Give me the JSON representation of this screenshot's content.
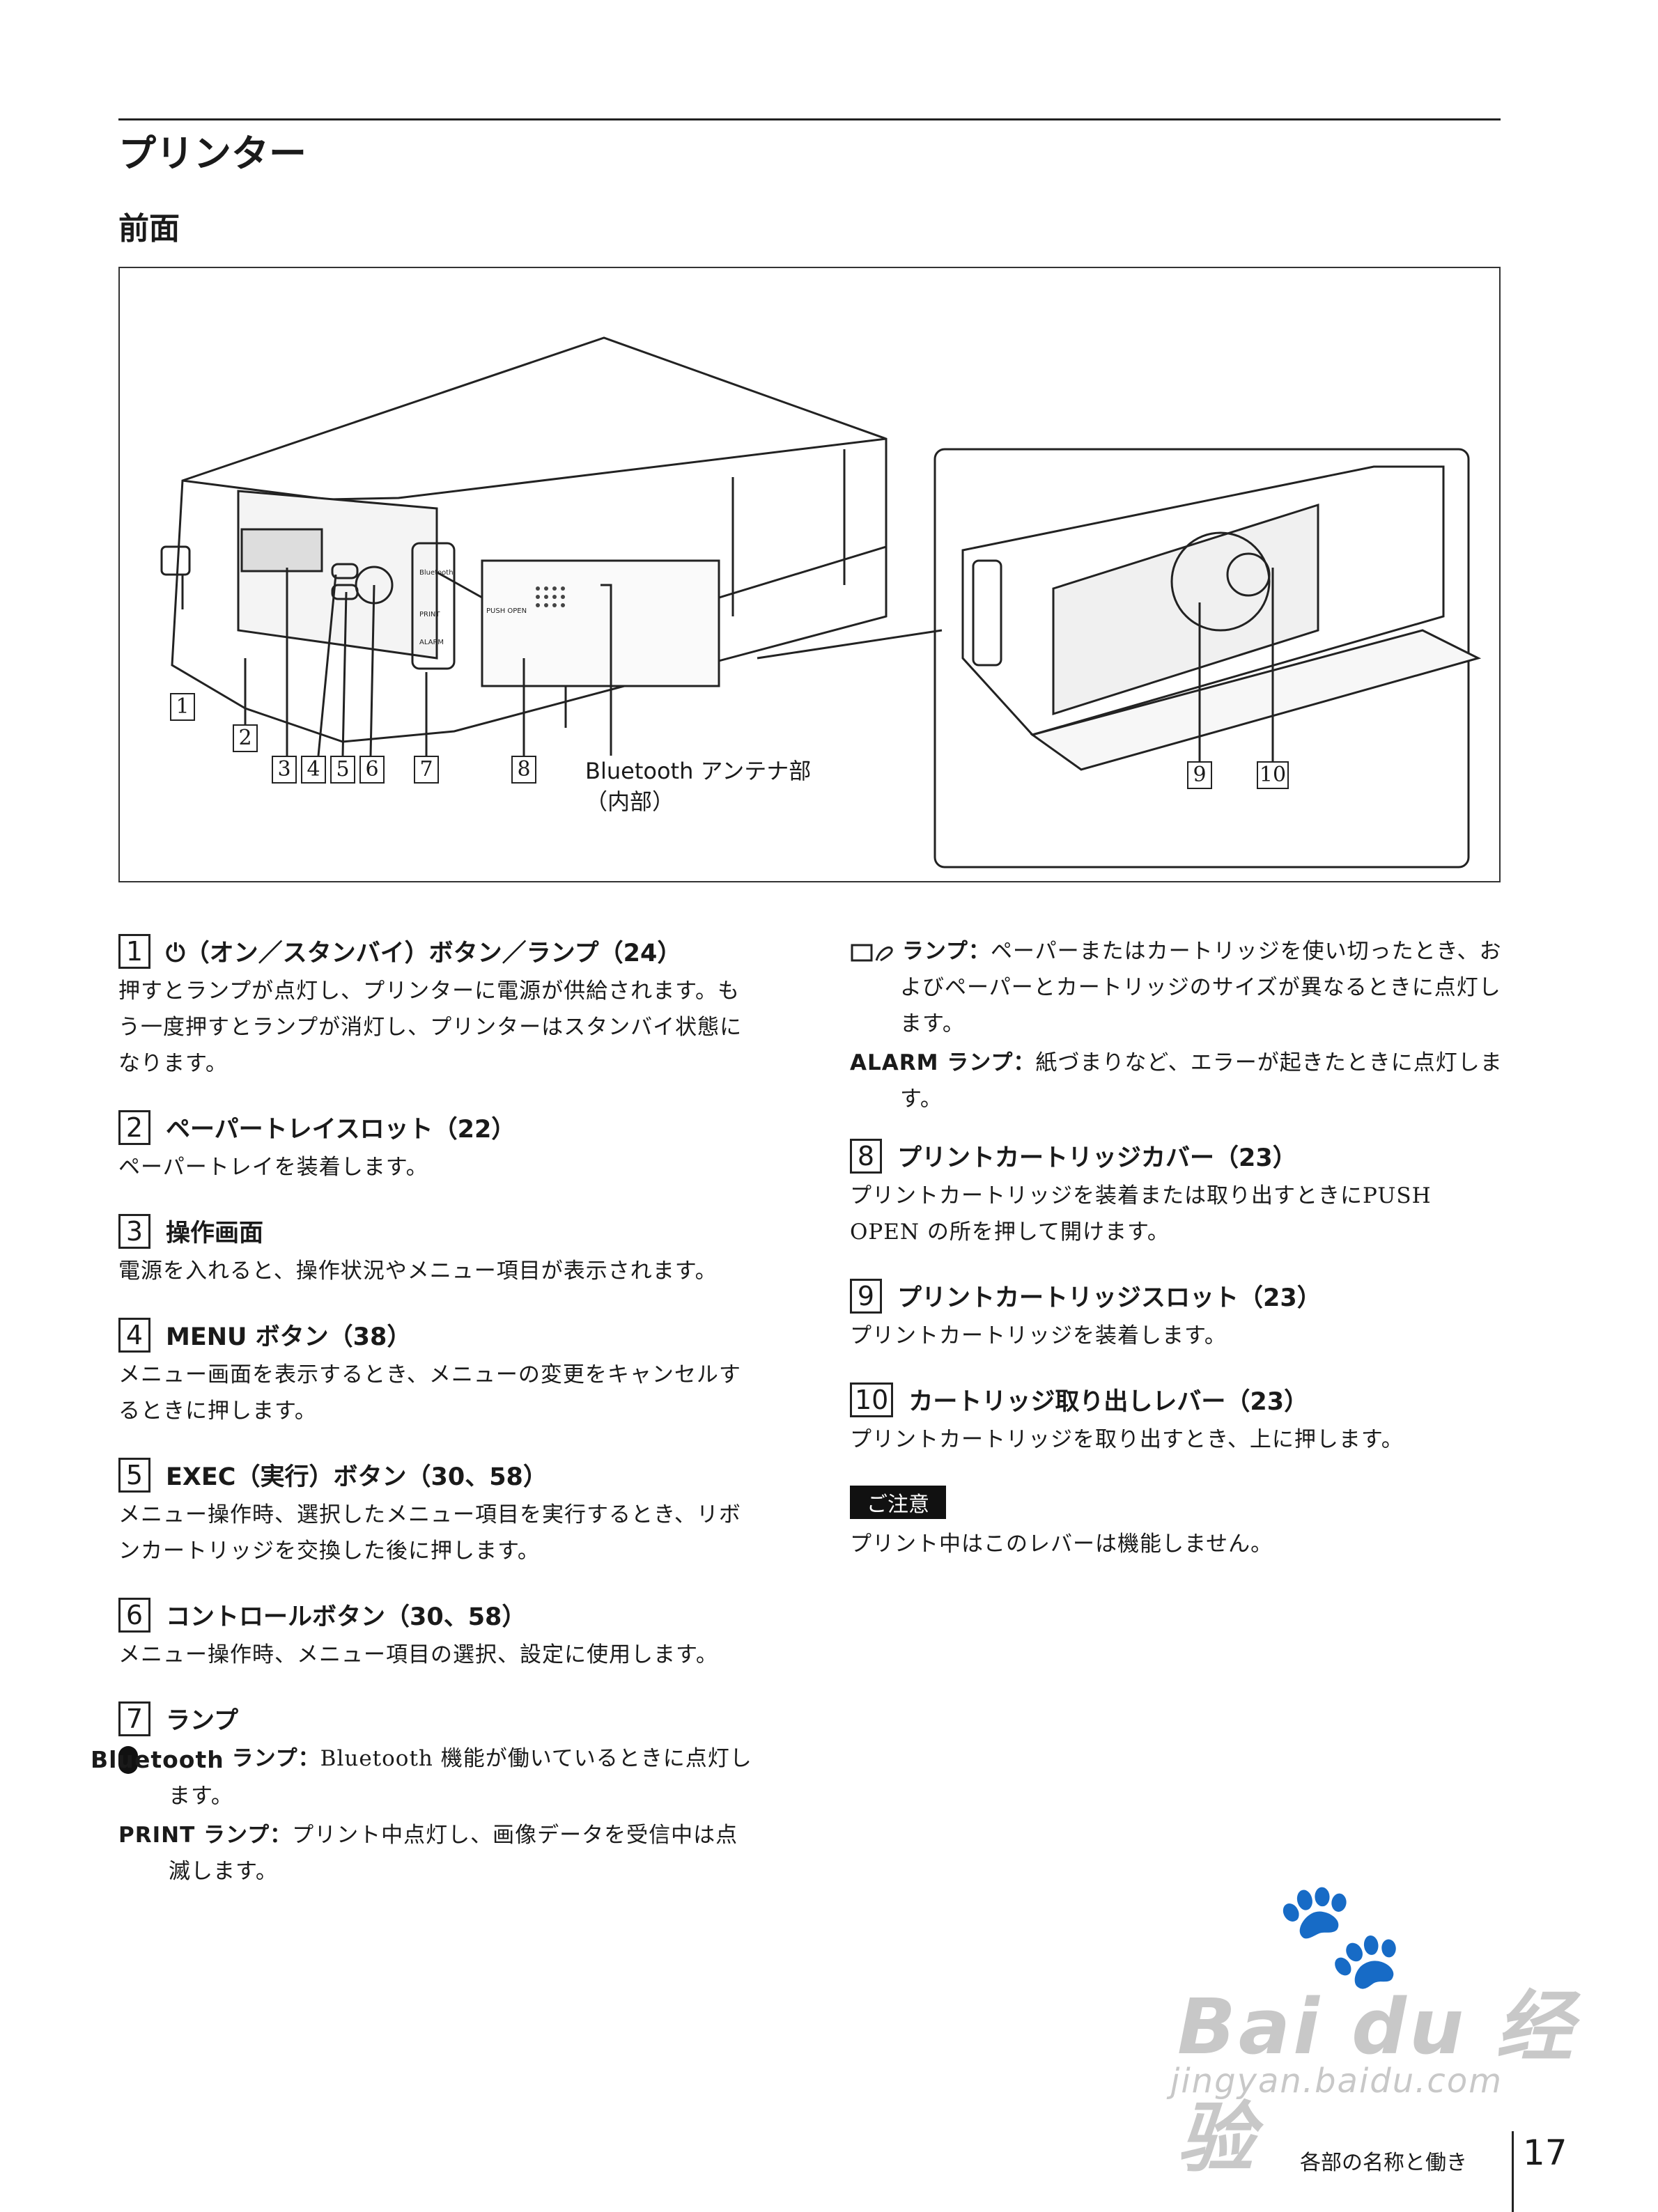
{
  "page": {
    "title": "プリンター",
    "section": "前面",
    "footer_text": "各部の名称と働き",
    "page_number": "17"
  },
  "figure": {
    "callouts": [
      "1",
      "2",
      "3",
      "4",
      "5",
      "6",
      "7",
      "8",
      "9",
      "10"
    ],
    "annotation_line1": "Bluetooth アンテナ部",
    "annotation_line2": "（内部）",
    "panel_labels": {
      "push_open": "PUSH OPEN",
      "bluetooth": "Bluetooth",
      "print": "PRINT",
      "alarm": "ALARM"
    }
  },
  "left_items": [
    {
      "num": "1",
      "title": "⏻（オン／スタンバイ）ボタン／ランプ（24）",
      "body": "押すとランプが点灯し、プリンターに電源が供給されます。もう一度押すとランプが消灯し、プリンターはスタンバイ状態になります。"
    },
    {
      "num": "2",
      "title": "ペーパートレイスロット（22）",
      "body": "ペーパートレイを装着します。"
    },
    {
      "num": "3",
      "title": "操作画面",
      "body": "電源を入れると、操作状況やメニュー項目が表示されます。"
    },
    {
      "num": "4",
      "title": "MENU ボタン（38）",
      "body": "メニュー画面を表示するとき、メニューの変更をキャンセルするときに押します。"
    },
    {
      "num": "5",
      "title": "EXEC（実行）ボタン（30、58）",
      "body": "メニュー操作時、選択したメニュー項目を実行するとき、リボンカートリッジを交換した後に押します。"
    },
    {
      "num": "6",
      "title": "コントロールボタン（30、58）",
      "body": "メニュー操作時、メニュー項目の選択、設定に使用します。"
    },
    {
      "num": "7",
      "title": "ランプ",
      "body": ""
    }
  ],
  "lamps": {
    "bluetooth_logo": "Bluetooth",
    "bluetooth_label": "ランプ：",
    "bluetooth_text": "Bluetooth 機能が働いているときに点灯します。",
    "print_label": "PRINT ランプ：",
    "print_text": "プリント中点灯し、画像データを受信中は点滅します。",
    "paper_label": "ランプ：",
    "paper_text": "ペーパーまたはカートリッジを使い切ったとき、およびペーパーとカートリッジのサイズが異なるときに点灯します。",
    "alarm_label": "ALARM ランプ：",
    "alarm_text": "紙づまりなど、エラーが起きたときに点灯します。"
  },
  "right_items": [
    {
      "num": "8",
      "title": "プリントカートリッジカバー（23）",
      "body": "プリントカートリッジを装着または取り出すときにPUSH OPEN の所を押して開けます。"
    },
    {
      "num": "9",
      "title": "プリントカートリッジスロット（23）",
      "body": "プリントカートリッジを装着します。"
    },
    {
      "num": "10",
      "title": "カートリッジ取り出しレバー（23）",
      "body": "プリントカートリッジを取り出すとき、上に押します。"
    }
  ],
  "notice": {
    "tag": "ご注意",
    "text": "プリント中はこのレバーは機能しません。"
  },
  "watermark": {
    "main": "Bai du 经验",
    "sub": "jingyan.baidu.com"
  }
}
